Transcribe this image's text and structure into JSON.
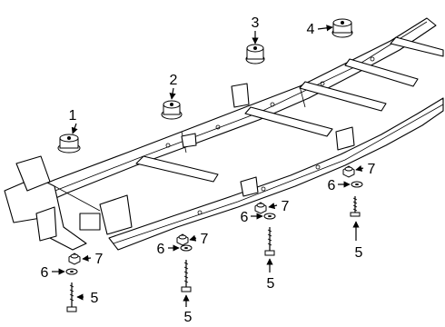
{
  "callouts": {
    "c1": "1",
    "c2": "2",
    "c3": "3",
    "c4": "4",
    "c5a": "5",
    "c5b": "5",
    "c5c": "5",
    "c5d": "5",
    "c6a": "6",
    "c6b": "6",
    "c6c": "6",
    "c6d": "6",
    "c7a": "7",
    "c7b": "7",
    "c7c": "7",
    "c7d": "7"
  }
}
